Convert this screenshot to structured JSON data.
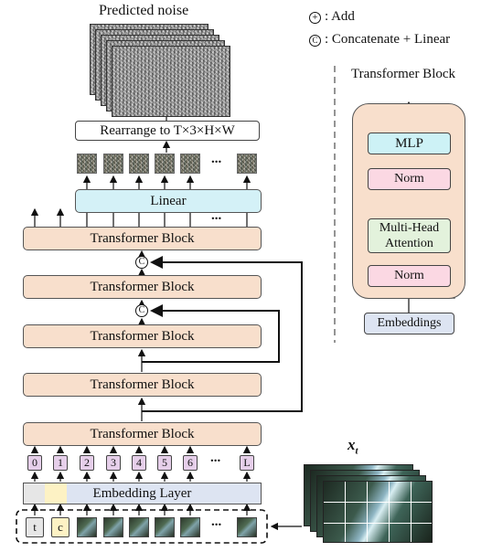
{
  "title_predicted_noise": "Predicted noise",
  "legend": {
    "add": ": Add",
    "concat": ": Concatenate + Linear"
  },
  "rearrange_label": "Rearrange to T×3×H×W",
  "linear_label": "Linear",
  "transformer_block_label": "Transformer Block",
  "embedding_layer_label": "Embedding Layer",
  "ellipsis": "...",
  "token_indices": [
    "0",
    "1",
    "2",
    "3",
    "4",
    "5",
    "6",
    "L"
  ],
  "input_tokens": [
    "t",
    "c"
  ],
  "xt_label": "x",
  "xt_sub": "t",
  "concat_symbol": "C",
  "add_symbol": "+",
  "detail": {
    "title": "Transformer Block",
    "mlp": "MLP",
    "norm_top": "Norm",
    "attention_line1": "Multi-Head",
    "attention_line2": "Attention",
    "norm_bottom": "Norm",
    "embeddings": "Embeddings"
  },
  "colors": {
    "transformer_block": "#f8dfcc",
    "linear": "#d4f1f7",
    "embedding": "#dde4f2",
    "token_index": "#e6cfea",
    "token_c": "#fdf2c4",
    "attention": "#e3f2dc",
    "norm": "#fbd8e3",
    "mlp": "#cdf2f6"
  }
}
